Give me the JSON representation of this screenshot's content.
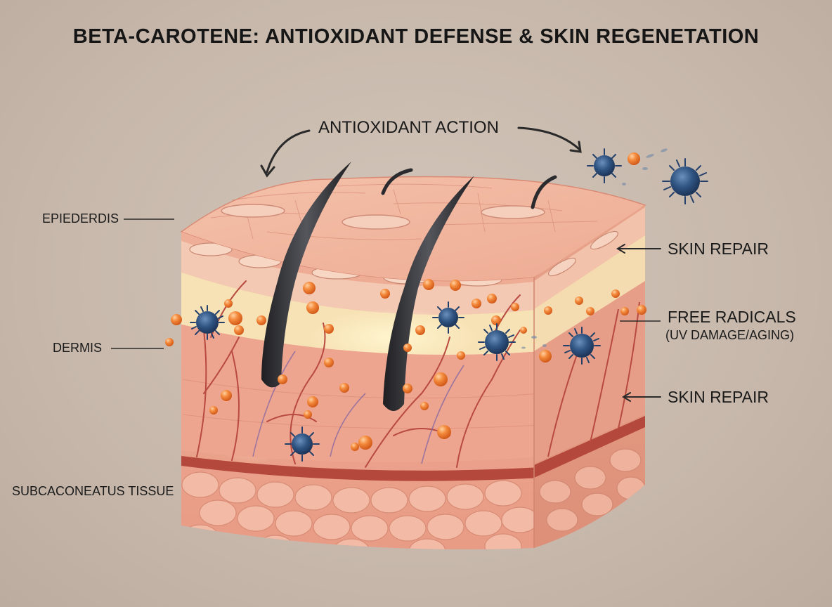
{
  "title": "BETA-CAROTENE: ANTIOXIDANT DEFENSE & SKIN REGENETATION",
  "labels": {
    "antioxidant_action": "ANTIOXIDANT ACTION",
    "epidermis": "EPIEDERDIS",
    "dermis": "DERMIS",
    "subcutaneous": "SUBCACONEATUS TISSUE",
    "skin_repair_top": "SKIN REPAIR",
    "free_radicals": "FREE RADICALS",
    "free_radicals_sub": "(UV DAMAGE/AGING)",
    "skin_repair_bottom": "SKIN REPAIR"
  },
  "colors": {
    "background": "#c9bbae",
    "skin_top": "#f0b6a0",
    "epidermis_band": "#f3c8b0",
    "yellow_layer": "#f6e2b4",
    "dermis": "#eea992",
    "fat_cells": "#f2b8a3",
    "vessel": "#b4493e",
    "beta_carotene": "#f07a2c",
    "free_radical": "#2e4f7a",
    "hair": "#2b2b2f"
  },
  "icons": [
    "free-radical-icon",
    "beta-carotene-molecule-icon",
    "hair-shaft-icon",
    "arrow-icon"
  ]
}
